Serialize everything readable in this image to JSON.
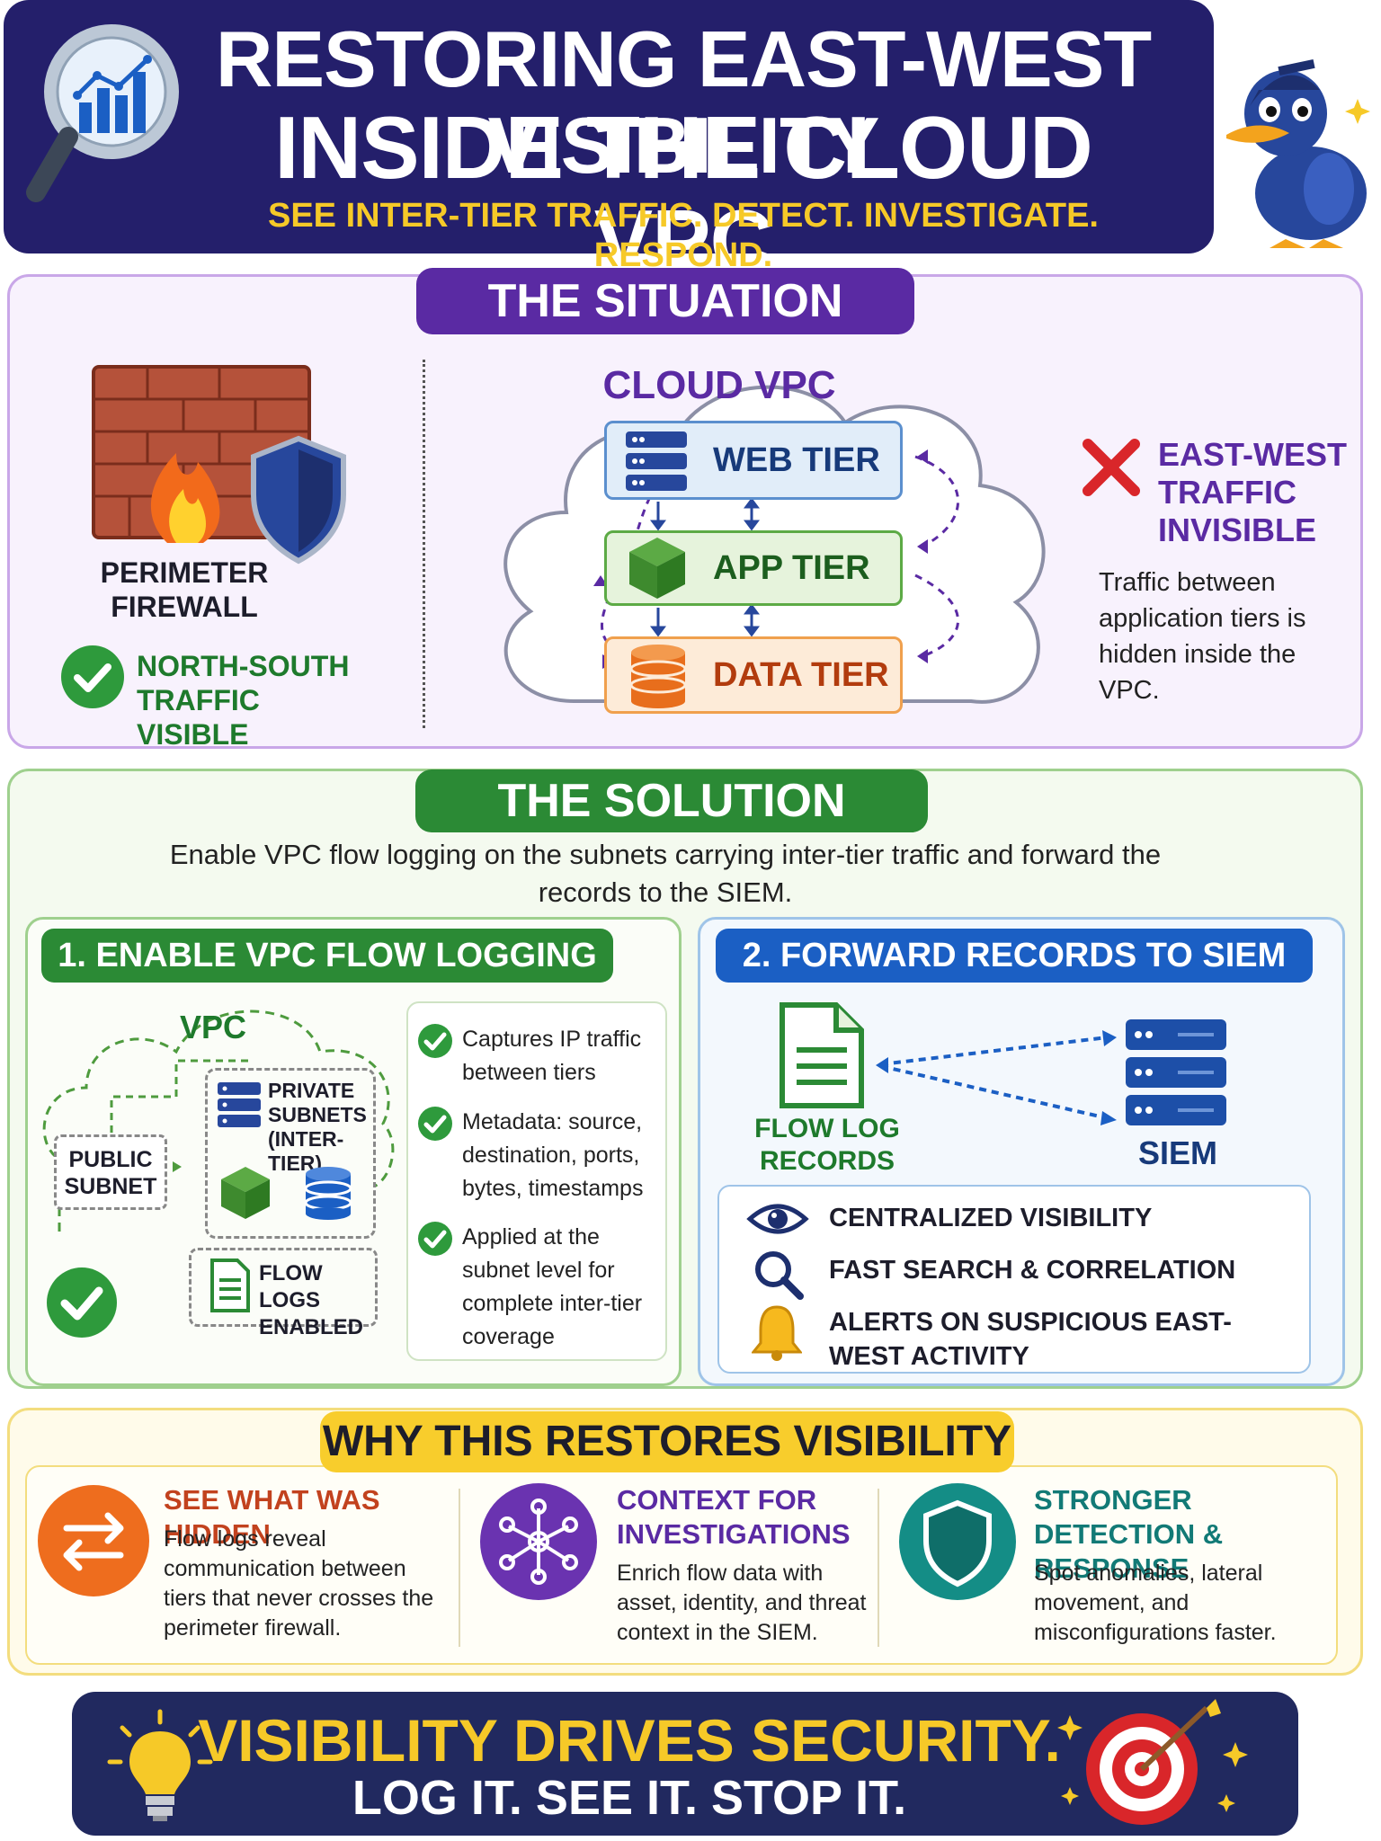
{
  "header": {
    "title_line1": "RESTORING EAST-WEST VISIBILITY",
    "title_line2": "INSIDE THE CLOUD VPC",
    "subtitle": "SEE INTER-TIER TRAFFIC. DETECT. INVESTIGATE. RESPOND."
  },
  "situation": {
    "heading": "THE SITUATION",
    "perimeter_label": "PERIMETER FIREWALL",
    "north_south_label": "NORTH-SOUTH TRAFFIC VISIBLE",
    "vpc_title": "CLOUD VPC",
    "tiers": [
      "WEB TIER",
      "APP TIER",
      "DATA TIER"
    ],
    "east_west_title": "EAST-WEST TRAFFIC INVISIBLE",
    "east_west_desc": "Traffic between application tiers is hidden inside the VPC."
  },
  "solution": {
    "heading": "THE SOLUTION",
    "description": "Enable VPC flow logging on the subnets carrying inter-tier traffic and forward the records to the SIEM.",
    "step1": {
      "title": "1. ENABLE VPC FLOW LOGGING",
      "vpc_label": "VPC",
      "public_subnet": "PUBLIC SUBNET",
      "private_subnets": "PRIVATE SUBNETS (INTER-TIER)",
      "flow_logs": "FLOW LOGS ENABLED",
      "checks": [
        "Captures IP traffic between tiers",
        "Metadata: source, destination, ports, bytes, timestamps",
        "Applied at the subnet level for complete inter-tier coverage"
      ]
    },
    "step2": {
      "title": "2. FORWARD RECORDS TO SIEM",
      "flow_log_records": "FLOW LOG RECORDS",
      "siem_label": "SIEM",
      "benefits": [
        "CENTRALIZED VISIBILITY",
        "FAST SEARCH & CORRELATION",
        "ALERTS ON SUSPICIOUS EAST-WEST ACTIVITY"
      ]
    }
  },
  "why": {
    "heading": "WHY THIS RESTORES VISIBILITY",
    "items": [
      {
        "title": "SEE WHAT WAS HIDDEN",
        "desc": "Flow logs reveal communication between tiers that never crosses the perimeter firewall.",
        "color": "#c2421e"
      },
      {
        "title": "CONTEXT FOR INVESTIGATIONS",
        "desc": "Enrich flow data with asset, identity, and threat context in the SIEM.",
        "color": "#5a2aa3"
      },
      {
        "title": "STRONGER DETECTION & RESPONSE",
        "desc": "Spot anomalies, lateral movement, and misconfigurations faster.",
        "color": "#127a76"
      }
    ]
  },
  "footer": {
    "line1": "VISIBILITY DRIVES SECURITY.",
    "line2": "LOG IT. SEE IT. STOP IT."
  },
  "colors": {
    "header_bg": "#241f6b",
    "accent_yellow": "#f6c928",
    "situation_purple": "#5a2aa3",
    "solution_green": "#2b8a35",
    "siem_blue": "#1b5fc4",
    "footer_bg": "#21295f"
  },
  "icons": [
    "magnifier-chart-icon",
    "duck-mascot-icon",
    "brick-firewall-icon",
    "flame-icon",
    "shield-icon",
    "check-circle-icon",
    "red-x-icon",
    "server-icon",
    "cube-icon",
    "database-icon",
    "document-icon",
    "eye-icon",
    "search-icon",
    "bell-icon",
    "swap-arrows-icon",
    "network-hub-icon",
    "lightbulb-icon",
    "target-icon",
    "sparkle-icon"
  ]
}
